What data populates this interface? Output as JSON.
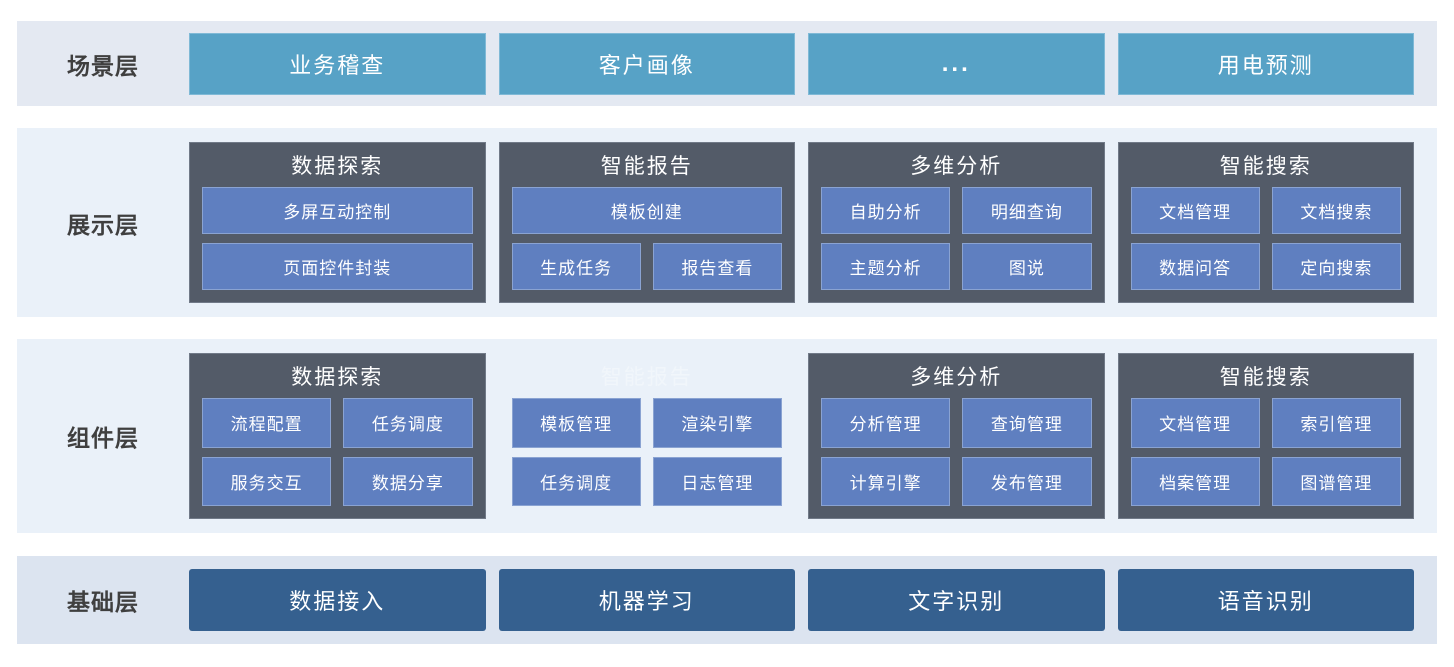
{
  "layers": [
    {
      "id": "scene",
      "label": "场景层",
      "style": "scene",
      "band_color": "#e4e9f2",
      "items": [
        {
          "label": "业务稽查",
          "name": "scene-box-business-audit"
        },
        {
          "label": "客户画像",
          "name": "scene-box-customer-profile"
        },
        {
          "label": "...",
          "name": "scene-box-more"
        },
        {
          "label": "用电预测",
          "name": "scene-box-power-forecast"
        }
      ]
    },
    {
      "id": "presentation",
      "label": "展示层",
      "style": "cards",
      "band_color": "#eaf1f9",
      "cards": [
        {
          "title": "数据探索",
          "name": "card-data-exploration",
          "ghost": false,
          "rows": [
            [
              {
                "label": "多屏互动控制"
              }
            ],
            [
              {
                "label": "页面控件封装"
              }
            ]
          ]
        },
        {
          "title": "智能报告",
          "name": "card-intelligent-report",
          "ghost": false,
          "rows": [
            [
              {
                "label": "模板创建"
              }
            ],
            [
              {
                "label": "生成任务"
              },
              {
                "label": "报告查看"
              }
            ]
          ]
        },
        {
          "title": "多维分析",
          "name": "card-multidimensional-analysis",
          "ghost": false,
          "rows": [
            [
              {
                "label": "自助分析"
              },
              {
                "label": "明细查询"
              }
            ],
            [
              {
                "label": "主题分析"
              },
              {
                "label": "图说"
              }
            ]
          ]
        },
        {
          "title": "智能搜索",
          "name": "card-intelligent-search",
          "ghost": false,
          "rows": [
            [
              {
                "label": "文档管理"
              },
              {
                "label": "文档搜索"
              }
            ],
            [
              {
                "label": "数据问答"
              },
              {
                "label": "定向搜索"
              }
            ]
          ]
        }
      ]
    },
    {
      "id": "component",
      "label": "组件层",
      "style": "cards",
      "band_color": "#eaf1f9",
      "cards": [
        {
          "title": "数据探索",
          "name": "card-data-exploration",
          "ghost": false,
          "rows": [
            [
              {
                "label": "流程配置"
              },
              {
                "label": "任务调度"
              }
            ],
            [
              {
                "label": "服务交互"
              },
              {
                "label": "数据分享"
              }
            ]
          ]
        },
        {
          "title": "智能报告",
          "name": "card-intelligent-report",
          "ghost": true,
          "rows": [
            [
              {
                "label": "模板管理"
              },
              {
                "label": "渲染引擎"
              }
            ],
            [
              {
                "label": "任务调度"
              },
              {
                "label": "日志管理"
              }
            ]
          ]
        },
        {
          "title": "多维分析",
          "name": "card-multidimensional-analysis",
          "ghost": false,
          "rows": [
            [
              {
                "label": "分析管理"
              },
              {
                "label": "查询管理"
              }
            ],
            [
              {
                "label": "计算引擎"
              },
              {
                "label": "发布管理"
              }
            ]
          ]
        },
        {
          "title": "智能搜索",
          "name": "card-intelligent-search",
          "ghost": false,
          "rows": [
            [
              {
                "label": "文档管理"
              },
              {
                "label": "索引管理"
              }
            ],
            [
              {
                "label": "档案管理"
              },
              {
                "label": "图谱管理"
              }
            ]
          ]
        }
      ]
    },
    {
      "id": "base",
      "label": "基础层",
      "style": "base",
      "band_color": "#dce4f0",
      "items": [
        {
          "label": "数据接入",
          "name": "base-box-data-access"
        },
        {
          "label": "机器学习",
          "name": "base-box-machine-learning"
        },
        {
          "label": "文字识别",
          "name": "base-box-text-recognition"
        },
        {
          "label": "语音识别",
          "name": "base-box-speech-recognition"
        }
      ]
    }
  ],
  "colors": {
    "scene_box": "#57a2c6",
    "card_bg": "#535b68",
    "chip_bg": "#5f7fc0",
    "base_box": "#35608f",
    "band_light": "#eaf1f9",
    "band_dark": "#e4e9f2",
    "band_base": "#dce4f0",
    "label_text": "#3f3f3f"
  }
}
